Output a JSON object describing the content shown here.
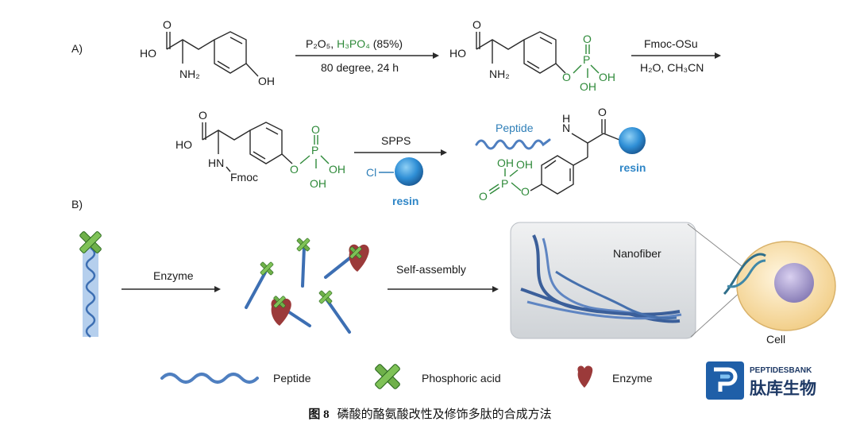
{
  "panel_a": {
    "label": "A)",
    "step1": {
      "reagent_main": "P₂O₅, ",
      "reagent_green": "H₃PO₄",
      "reagent_tail": " (85%)",
      "condition": "80 degree, 24 h"
    },
    "step2": {
      "reagent": "Fmoc-OSu",
      "condition": "H₂O, CH₃CN"
    },
    "step3": {
      "reagent": "SPPS",
      "cl_label": "Cl",
      "resin_label": "resin"
    },
    "molecule_labels": {
      "ho": "HO",
      "o": "O",
      "oh": "OH",
      "nh2": "NH₂",
      "hn": "HN",
      "nh": "N",
      "h": "H",
      "fmoc": "Fmoc",
      "p": "P",
      "peptide": "Peptide",
      "resin": "resin"
    }
  },
  "panel_b": {
    "label": "B)",
    "arrow1_label": "Enzyme",
    "arrow2_label": "Self-assembly",
    "nanofiber_label": "Nanofiber",
    "cell_label": "Cell"
  },
  "legend": {
    "peptide": "Peptide",
    "phosphoric_acid": "Phosphoric acid",
    "enzyme": "Enzyme"
  },
  "logo": {
    "line1": "PEPTIDESBANK",
    "line2": "肽库生物"
  },
  "caption": {
    "number": "图 8",
    "text": "磷酸的酪氨酸改性及修饰多肽的合成方法"
  },
  "colors": {
    "green": "#2f8a3a",
    "blue": "#2f86c7",
    "peptide_blue": "#4f7fc0",
    "enzyme_red": "#9b3a3a",
    "logo_blue": "#1f5fa8"
  }
}
